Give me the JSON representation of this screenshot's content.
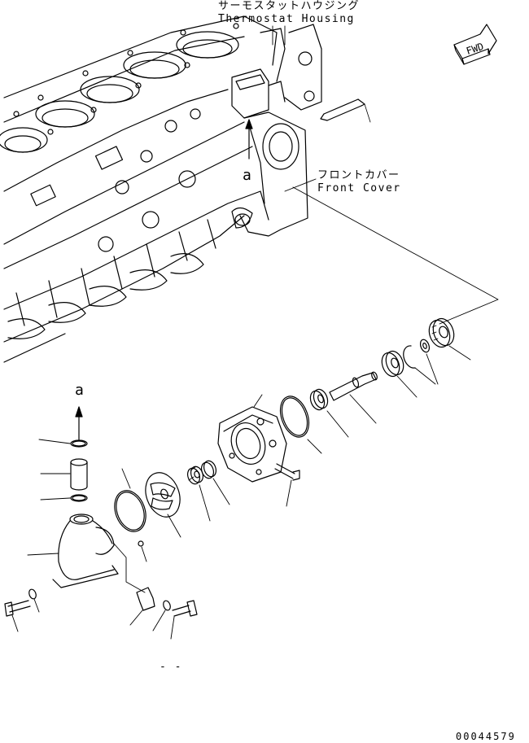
{
  "labels": {
    "thermostat_housing_jp": "サーモスタットハウジング",
    "thermostat_housing_en": "Thermostat Housing",
    "front_cover_jp": "フロントカバー",
    "front_cover_en": "Front Cover",
    "fwd": "FWD",
    "view_a_top": "a",
    "view_a_bottom": "a",
    "dash_mark": "- -",
    "drawing_number": "00044579"
  },
  "colors": {
    "line": "#000000",
    "background": "#ffffff"
  }
}
